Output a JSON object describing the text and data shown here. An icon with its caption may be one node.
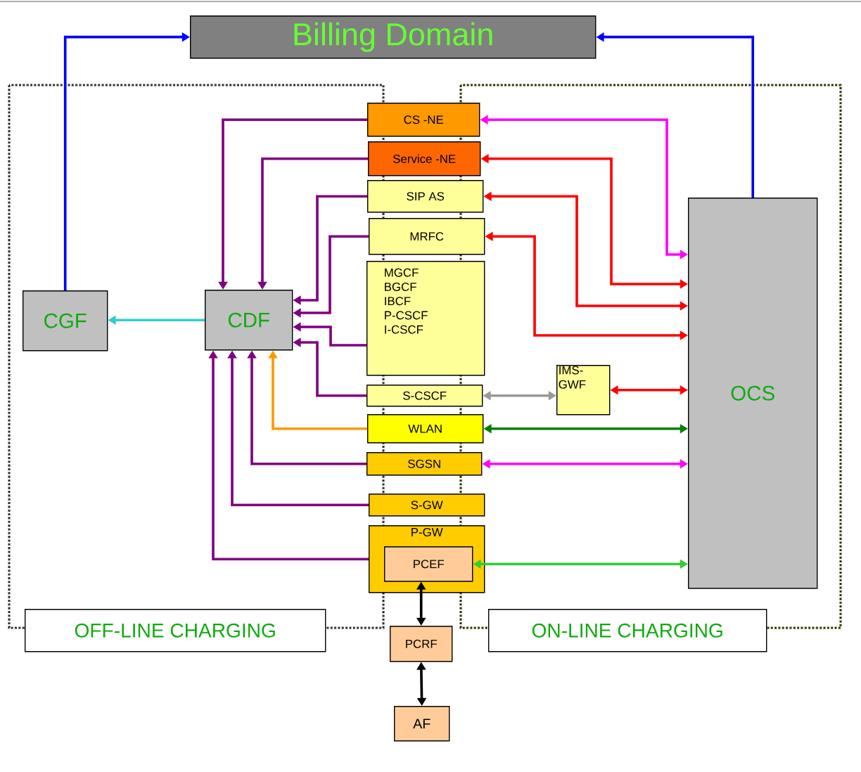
{
  "diagram": {
    "nodes": [
      {
        "text": [
          "Billing Domain"
        ]
      },
      {
        "text": [
          "CS -NE"
        ]
      },
      {
        "text": [
          "Service -NE"
        ]
      },
      {
        "text": [
          "SIP AS"
        ]
      },
      {
        "text": [
          "MRFC"
        ]
      },
      {
        "text": [
          "MGCF",
          "BGCF",
          "IBCF",
          "P-CSCF",
          "I-CSCF"
        ]
      },
      {
        "text": [
          "S-CSCF"
        ]
      },
      {
        "text": [
          "WLAN"
        ]
      },
      {
        "text": [
          "SGSN"
        ]
      },
      {
        "text": [
          "S-GW"
        ]
      },
      {
        "text": [
          "P-GW"
        ]
      },
      {
        "text": [
          "PCEF"
        ],
        "in": 10
      },
      {
        "text": [
          "PCRF"
        ]
      },
      {
        "text": [
          "AF"
        ]
      },
      {
        "text": [
          "CGF"
        ]
      },
      {
        "text": [
          "CDF"
        ]
      },
      {
        "text": [
          "OCS"
        ]
      },
      {
        "text": [
          "IMS-GWF"
        ]
      },
      {
        "text": [
          "OFF-LINE CHARGING"
        ]
      },
      {
        "text": [
          "ON-LINE CHARGING"
        ]
      }
    ],
    "edges": [
      {
        "from": 14,
        "to": 0,
        "arrow": "to",
        "color": "#0000ff"
      },
      {
        "from": 16,
        "to": 0,
        "arrow": "to",
        "color": "#0000ff"
      },
      {
        "from": 15,
        "to": 14,
        "arrow": "to",
        "color": "#33cccc"
      },
      {
        "from": 1,
        "to": 15,
        "arrow": "to"
      },
      {
        "from": 2,
        "to": 15,
        "arrow": "to"
      },
      {
        "from": 3,
        "to": 15,
        "arrow": "to"
      },
      {
        "from": 4,
        "to": 15,
        "arrow": "to"
      },
      {
        "from": 5,
        "to": 15,
        "arrow": "to"
      },
      {
        "from": 6,
        "to": 15,
        "arrow": "to"
      },
      {
        "from": 7,
        "to": 15,
        "arrow": "to",
        "color": "#ff9900"
      },
      {
        "from": 8,
        "to": 15,
        "arrow": "to"
      },
      {
        "from": 9,
        "to": 15,
        "arrow": "to"
      },
      {
        "from": 10,
        "to": 15,
        "arrow": "to"
      },
      {
        "from": 16,
        "to": 1,
        "arrow": "both",
        "color": "#ff00ff"
      },
      {
        "from": 16,
        "to": 2,
        "arrow": "both",
        "color": "#ff0000"
      },
      {
        "from": 16,
        "to": 3,
        "arrow": "both",
        "color": "#ff0000"
      },
      {
        "from": 16,
        "to": 4,
        "arrow": "both",
        "color": "#ff0000"
      },
      {
        "from": 6,
        "to": 17,
        "arrow": "both",
        "color": "#999999"
      },
      {
        "from": 17,
        "to": 16,
        "arrow": "both",
        "color": "#ff0000"
      },
      {
        "from": 7,
        "to": 16,
        "arrow": "both",
        "color": "#008000"
      },
      {
        "from": 8,
        "to": 16,
        "arrow": "both",
        "color": "#ff00ff"
      },
      {
        "from": 11,
        "to": 16,
        "arrow": "both",
        "color": "#33cc33"
      },
      {
        "from": 11,
        "to": 12,
        "arrow": "both",
        "color": "#000000"
      },
      {
        "from": 12,
        "to": 13,
        "arrow": "both",
        "color": "#000000"
      }
    ]
  }
}
